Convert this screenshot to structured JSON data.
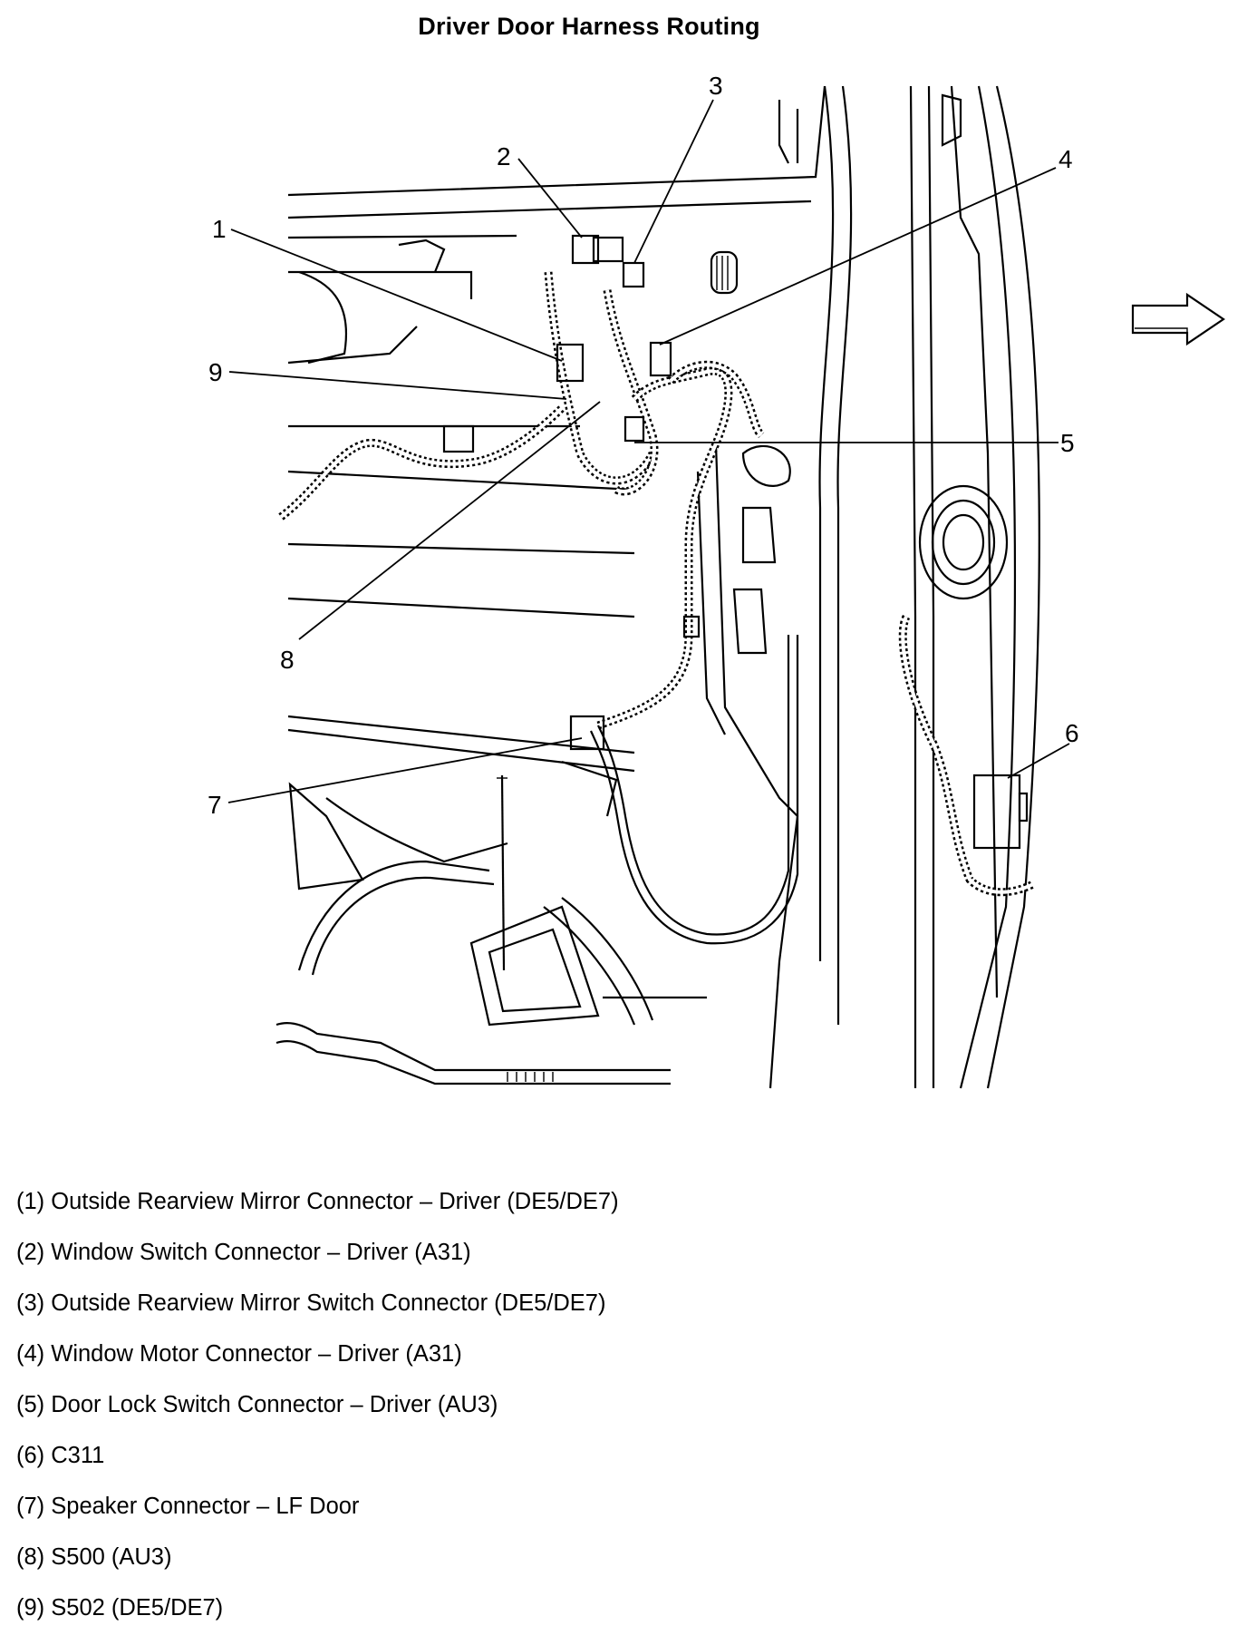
{
  "title": "Driver Door Harness Routing",
  "callouts": [
    "1",
    "2",
    "3",
    "4",
    "5",
    "6",
    "7",
    "8",
    "9"
  ],
  "legend": [
    "(1) Outside Rearview Mirror Connector – Driver (DE5/DE7)",
    "(2) Window Switch Connector – Driver (A31)",
    "(3) Outside Rearview Mirror Switch Connector (DE5/DE7)",
    "(4) Window Motor Connector – Driver (A31)",
    "(5) Door Lock Switch Connector – Driver (AU3)",
    "(6) C311",
    "(7) Speaker Connector – LF Door",
    "(8) S500 (AU3)",
    "(9) S502 (DE5/DE7)"
  ],
  "icons": {
    "direction": "forward-arrow-icon"
  }
}
